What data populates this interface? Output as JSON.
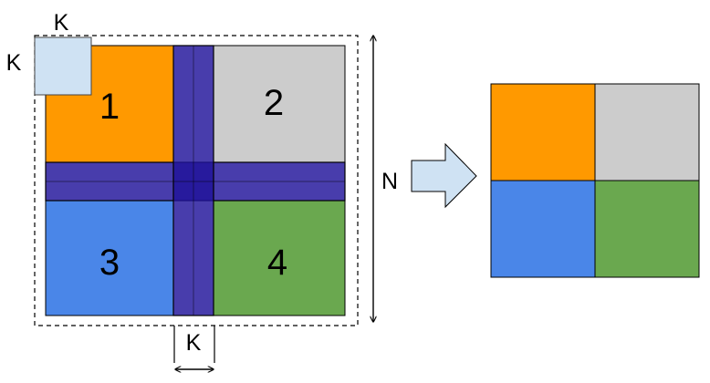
{
  "labels": {
    "k_top": "K",
    "k_left": "K",
    "k_bottom": "K",
    "n": "N",
    "region_1": "1",
    "region_2": "2",
    "region_3": "3",
    "region_4": "4"
  },
  "colors": {
    "orange": "#FF9900",
    "gray": "#CCCCCC",
    "blue": "#4A86E8",
    "green": "#6AA84F",
    "overlap_band": "#20129A",
    "kernel_square": "#CFE2F3",
    "arrow_fill": "#CFE2F3",
    "outline": "#000000"
  },
  "icons": {
    "transform_arrow": "right-block-arrow-icon",
    "n_dimension_arrow": "vertical-double-arrow-icon",
    "k_dimension_arrow": "horizontal-double-arrow-icon"
  }
}
